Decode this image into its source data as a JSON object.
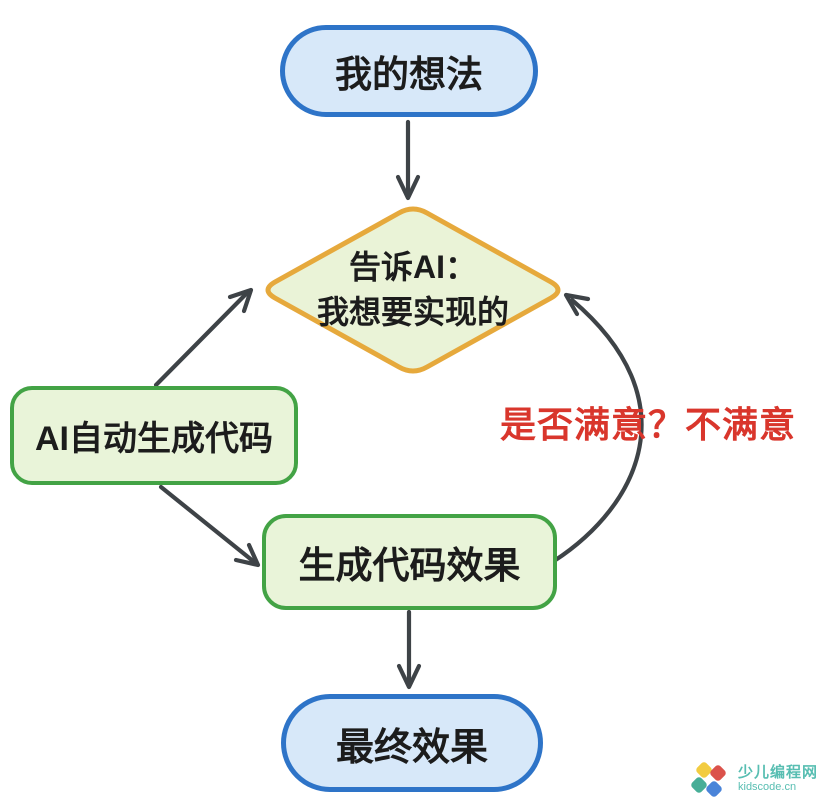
{
  "diagram": {
    "nodes": {
      "idea": {
        "label": "我的想法"
      },
      "tell_ai": {
        "line1": "告诉AI：",
        "line2": "我想要实现的"
      },
      "ai_generate": {
        "label": "AI自动生成代码"
      },
      "code_result": {
        "label": "生成代码效果"
      },
      "final_result": {
        "label": "最终效果"
      }
    },
    "annotation": {
      "satisfaction_label": "是否满意？不满意"
    },
    "colors": {
      "blue_node_border": "#2e74c8",
      "blue_node_fill": "#d7e8f9",
      "green_node_border": "#43a345",
      "green_node_fill": "#e9f4d9",
      "diamond_border": "#e6a93c",
      "diamond_fill": "#eaf3d7",
      "arrow": "#3e4347",
      "annotation_red": "#d9362c"
    }
  },
  "watermark": {
    "site_name": "少儿编程网",
    "site_url": "kidscode.cn",
    "text_color": "#3cb3a5",
    "logo_colors": {
      "yellow": "#f0c420",
      "red": "#d5352c",
      "green": "#27a186",
      "blue": "#2b6fd3"
    }
  }
}
